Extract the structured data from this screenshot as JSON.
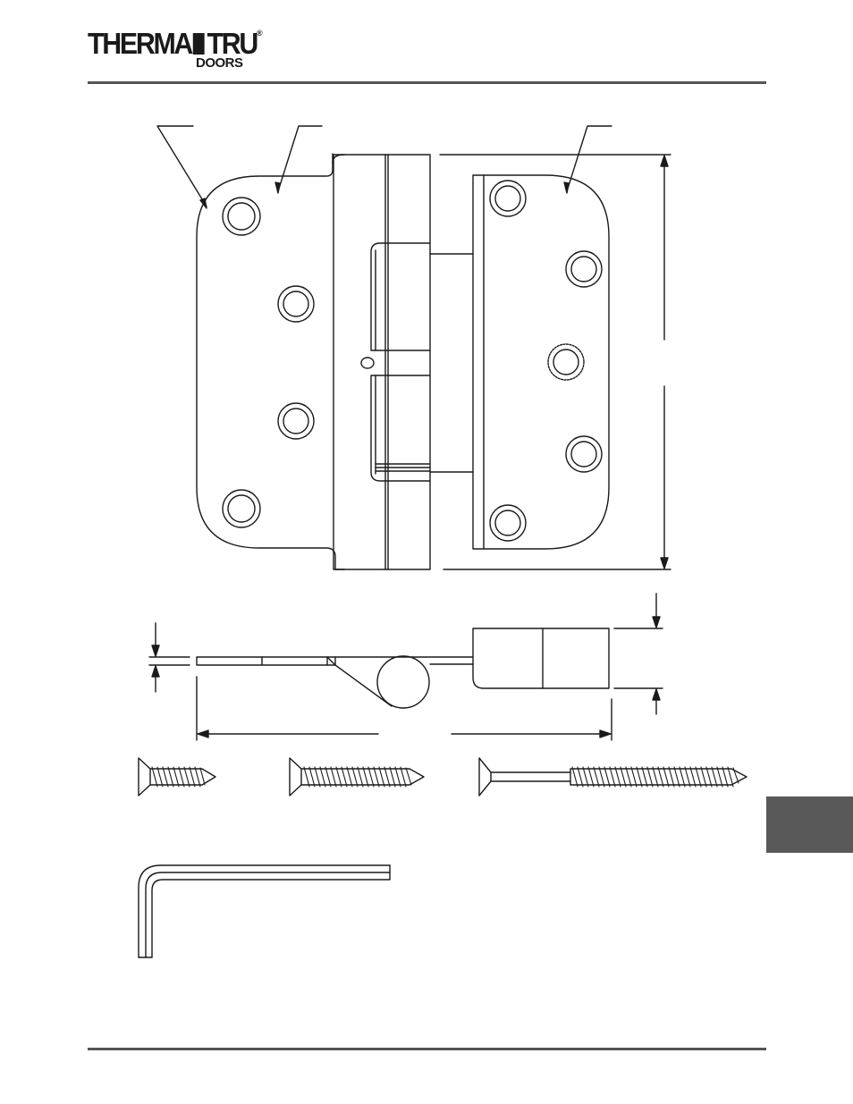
{
  "header": {
    "logo_text_left": "THERMA",
    "logo_text_right": "TRU",
    "logo_registered": "®",
    "logo_subtext": "DOORS"
  },
  "colors": {
    "rule": "#555555",
    "tab": "#595959",
    "line": "#1a1a1a"
  },
  "drawing": {
    "parts": [
      {
        "id": "hinge-front-view",
        "icon": "door-hinge-front-icon"
      },
      {
        "id": "hinge-side-view",
        "icon": "door-hinge-profile-icon"
      },
      {
        "id": "short-screw",
        "icon": "screw-short-icon"
      },
      {
        "id": "medium-screw",
        "icon": "screw-medium-icon"
      },
      {
        "id": "long-screw",
        "icon": "screw-long-icon"
      },
      {
        "id": "hex-key",
        "icon": "allen-wrench-icon"
      }
    ]
  }
}
